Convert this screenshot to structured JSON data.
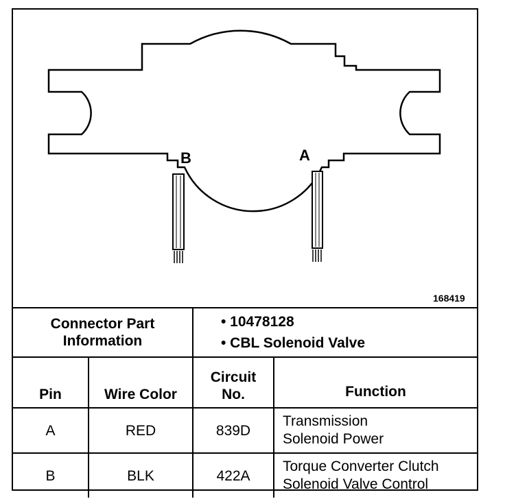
{
  "diagram": {
    "pin_labels": {
      "b": "B",
      "a": "A"
    },
    "figure_number": "168419"
  },
  "table": {
    "part_info_label_1": "Connector Part",
    "part_info_label_2": "Information",
    "part_number": "• 10478128",
    "part_name": "• CBL Solenoid Valve",
    "headers": {
      "pin": "Pin",
      "wire_color": "Wire Color",
      "circuit_1": "Circuit",
      "circuit_2": "No.",
      "function": "Function"
    },
    "rows": [
      {
        "pin": "A",
        "wire_color": "RED",
        "circuit": "839D",
        "function_1": "Transmission",
        "function_2": "Solenoid Power"
      },
      {
        "pin": "B",
        "wire_color": "BLK",
        "circuit": "422A",
        "function_1": "Torque Converter Clutch",
        "function_2": "Solenoid Valve Control"
      }
    ]
  }
}
